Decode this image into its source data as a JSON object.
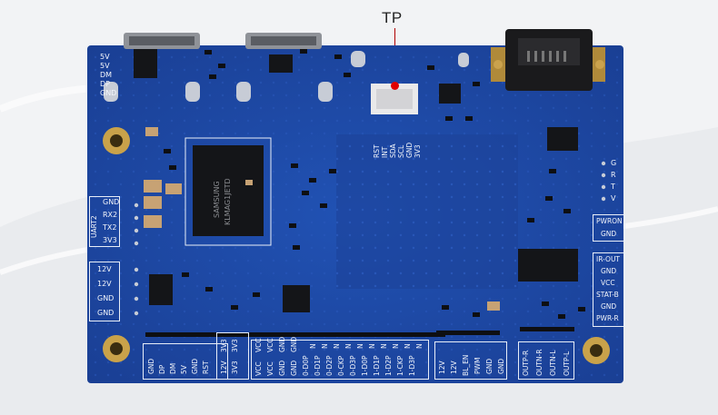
{
  "callout": {
    "label": "TP"
  },
  "chip": {
    "line1": "SAMSUNG",
    "line2": "KLMAG1JETD"
  },
  "uart2": {
    "title": "UART2",
    "pins": [
      "GND",
      "RX2",
      "TX2",
      "3V3"
    ]
  },
  "power_left": [
    "12V",
    "12V",
    "GND",
    "GND"
  ],
  "right_top": [
    "PWRON",
    "GND"
  ],
  "right_bottom": [
    "IR-OUT",
    "GND",
    "VCC",
    "STAT-B",
    "GND",
    "PWR-R"
  ],
  "grtv": [
    "G",
    "R",
    "T",
    "V"
  ],
  "top_left_silk": [
    "5V",
    "5V",
    "DM",
    "DP",
    "GND"
  ],
  "i2c_silk": [
    "RST",
    "INT",
    "SDA",
    "SCL",
    "GND",
    "3V3"
  ],
  "bottom_header": [
    "GND",
    "DP",
    "DM",
    "5V",
    "GND",
    "RST",
    "12V",
    "3V3"
  ],
  "bottom_header_top": [
    "3V3",
    "3V3"
  ],
  "bottom_lvds": [
    "VCC",
    "VCC",
    "GND",
    "GND",
    "0-D0P",
    "0-D1P",
    "0-D2P",
    "0-CKP",
    "0-D3P",
    "1-D0P",
    "1-D1P",
    "1-D2P",
    "1-CKP",
    "1-D3P"
  ],
  "bottom_lvds_top": [
    "VCC",
    "VCC",
    "GND",
    "GND",
    "N",
    "N",
    "N",
    "N",
    "N",
    "N",
    "N",
    "N",
    "N",
    "N"
  ],
  "bottom_power": [
    "12V",
    "12V",
    "BL_EN",
    "PWM",
    "GND",
    "GND"
  ],
  "bottom_audio": [
    "OUTP-R",
    "OUTN-R",
    "OUTN-L",
    "OUTP-L"
  ],
  "colors": {
    "board": "#1f49a6",
    "board_dark": "#17377f",
    "silk": "#e8eef8",
    "gold": "#c9a24a",
    "accent": "#e00000"
  }
}
